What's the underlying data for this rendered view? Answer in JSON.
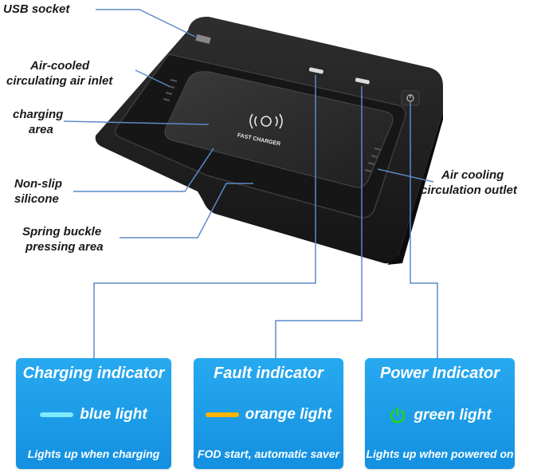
{
  "callouts": {
    "usb_socket": "USB socket",
    "air_inlet": [
      "Air-cooled",
      "circulating air inlet"
    ],
    "charging_area": [
      "charging",
      "area"
    ],
    "non_slip": [
      "Non-slip",
      "silicone"
    ],
    "spring_buckle": [
      "Spring buckle",
      "pressing area"
    ],
    "air_outlet": [
      "Air cooling",
      "circulation outlet"
    ]
  },
  "device": {
    "pad_label": "FAST CHARGER"
  },
  "indicators": [
    {
      "title": "Charging indicator",
      "light": "blue light",
      "description": "Lights up when charging",
      "color": "#7fe9ff",
      "icon": "blue-bar-icon"
    },
    {
      "title": "Fault indicator",
      "light": "orange light",
      "description": "FOD start, automatic saver",
      "color": "#ffb300",
      "icon": "orange-bar-icon"
    },
    {
      "title": "Power Indicator",
      "light": "green light",
      "description": "Lights up when powered on",
      "color": "#21d421",
      "icon": "power-icon"
    }
  ],
  "colors": {
    "card_blue": "#1a9de6",
    "leader_line": "#5b8ac9"
  }
}
